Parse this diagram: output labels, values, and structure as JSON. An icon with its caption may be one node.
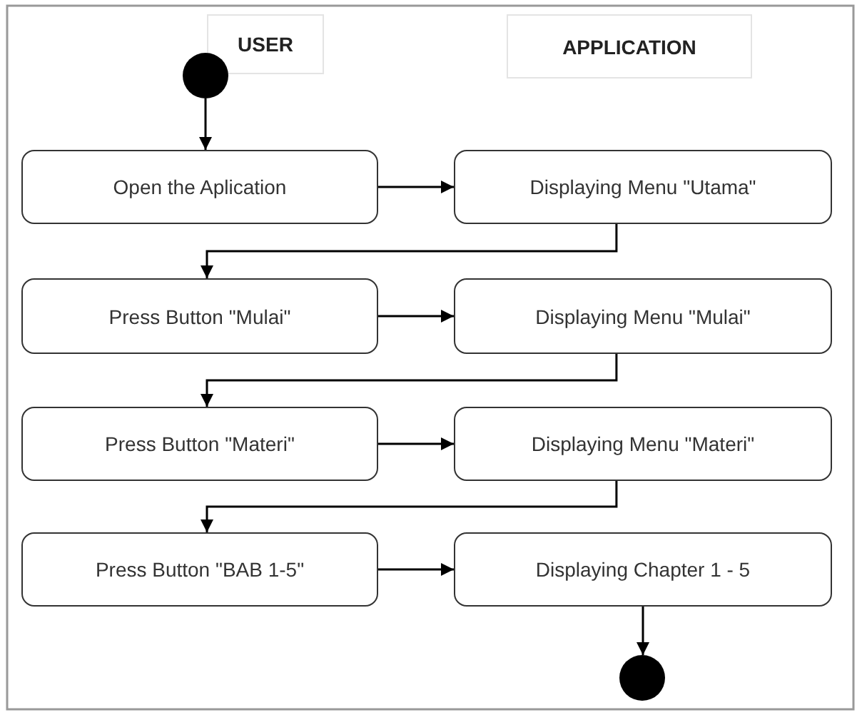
{
  "diagram": {
    "nodes": [
      {
        "text": [
          "USER"
        ]
      },
      {
        "text": [
          "APPLICATION"
        ]
      },
      {
        "text": [],
        "shape": "circle"
      },
      {
        "text": [
          "Open the Aplication"
        ]
      },
      {
        "text": [
          "Displaying Menu \"Utama\""
        ]
      },
      {
        "text": [
          "Press Button \"Mulai\""
        ]
      },
      {
        "text": [
          "Displaying Menu \"Mulai\""
        ]
      },
      {
        "text": [
          "Press Button \"Materi\""
        ]
      },
      {
        "text": [
          "Displaying Menu \"Materi\""
        ]
      },
      {
        "text": [
          "Press Button \"BAB 1-5\""
        ]
      },
      {
        "text": [
          "Displaying Chapter 1 - 5"
        ]
      },
      {
        "text": [],
        "shape": "circle"
      }
    ],
    "edges": [
      {
        "from": 2,
        "to": 3,
        "arrow": "to"
      },
      {
        "from": 3,
        "to": 4,
        "arrow": "to"
      },
      {
        "from": 4,
        "to": 5,
        "arrow": "to"
      },
      {
        "from": 5,
        "to": 6,
        "arrow": "to"
      },
      {
        "from": 6,
        "to": 7,
        "arrow": "to"
      },
      {
        "from": 7,
        "to": 8,
        "arrow": "to"
      },
      {
        "from": 8,
        "to": 9,
        "arrow": "to"
      },
      {
        "from": 9,
        "to": 10,
        "arrow": "to"
      },
      {
        "from": 10,
        "to": 11,
        "arrow": "to"
      }
    ]
  }
}
